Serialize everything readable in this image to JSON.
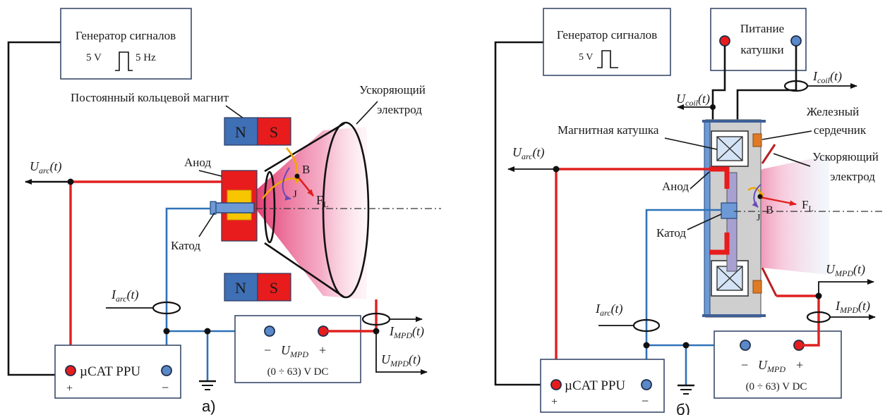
{
  "panel_a": {
    "caption": "а)",
    "generator": {
      "title": "Генератор сигналов",
      "amplitude": "5 V",
      "frequency": "5 Hz"
    },
    "magnet_label": "Постоянный кольцевой магнит",
    "electrode_label_1": "Ускоряющий",
    "electrode_label_2": "электрод",
    "anode_label": "Анод",
    "cathode_label": "Катод",
    "magnet_north": "N",
    "magnet_south": "S",
    "b_label": "B",
    "j_label": "J",
    "fl_main": "F",
    "fl_sub": "L",
    "u_arc": {
      "main": "U",
      "sub": "arc",
      "suffix": "(t)"
    },
    "i_arc": {
      "main": "I",
      "sub": "arc",
      "suffix": "(t)"
    },
    "i_mpd": {
      "main": "I",
      "sub": "MPD",
      "suffix": "(t)"
    },
    "u_mpd_out": {
      "main": "U",
      "sub": "MPD",
      "suffix": "(t)"
    },
    "ppu_label": "µCAT PPU",
    "ppu_plus": "+",
    "ppu_minus": "−",
    "mpd_supply": {
      "minus": "−",
      "label_main": "U",
      "label_sub": "MPD",
      "plus": "+",
      "range": "(0 ÷ 63) V DC"
    }
  },
  "panel_b": {
    "caption": "б)",
    "generator": {
      "title": "Генератор сигналов",
      "amplitude": "5 V"
    },
    "coil_supply_1": "Питание",
    "coil_supply_2": "катушки",
    "u_coil": {
      "main": "U",
      "sub": "coil",
      "suffix": "(t)"
    },
    "i_coil": {
      "main": "I",
      "sub": "coil",
      "suffix": "(t)"
    },
    "iron_core_1": "Железный",
    "iron_core_2": "сердечник",
    "coil_label": "Магнитная катушка",
    "electrode_label_1": "Ускоряющий",
    "electrode_label_2": "электрод",
    "anode_label": "Анод",
    "cathode_label": "Катод",
    "b_label": "B",
    "j_label": "J",
    "fl_main": "F",
    "fl_sub": "L",
    "u_arc": {
      "main": "U",
      "sub": "arc",
      "suffix": "(t)"
    },
    "i_arc": {
      "main": "I",
      "sub": "arc",
      "suffix": "(t)"
    },
    "u_mpd_out": {
      "main": "U",
      "sub": "MPD",
      "suffix": "(t)"
    },
    "i_mpd": {
      "main": "I",
      "sub": "MPD",
      "suffix": "(t)"
    },
    "ppu_label": "µCAT PPU",
    "ppu_plus": "+",
    "ppu_minus": "−",
    "mpd_supply": {
      "minus": "−",
      "label_main": "U",
      "label_sub": "MPD",
      "plus": "+",
      "range": "(0 ÷ 63) V DC"
    }
  },
  "colors": {
    "red_wire": "#e02020",
    "blue_wire": "#2f72b8",
    "magnet_north": "#3f6fb5",
    "magnet_south": "#e81c1c",
    "anode": "#e81c1c",
    "insulator": "#f7c600",
    "plume": "#e0306a"
  }
}
